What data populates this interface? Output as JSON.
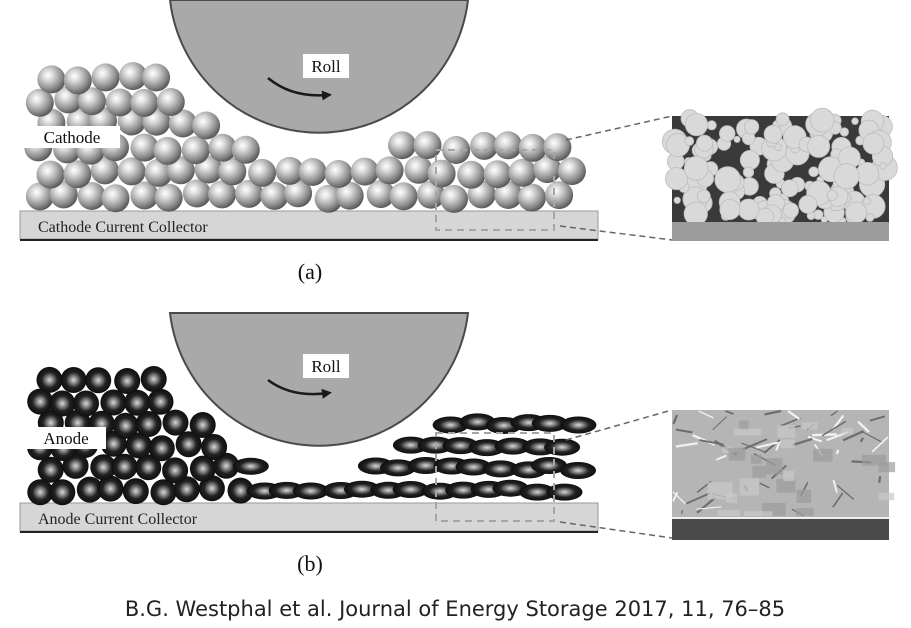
{
  "panel_a": {
    "roll_label": "Roll",
    "electrode_label": "Cathode",
    "collector_label": "Cathode Current Collector",
    "caption": "(a)"
  },
  "panel_b": {
    "roll_label": "Roll",
    "electrode_label": "Anode",
    "collector_label": "Anode Current Collector",
    "caption": "(b)"
  },
  "citation": "B.G. Westphal et al. Journal of Energy Storage 2017, 11, 76–85",
  "colors": {
    "roll_fill": "#a9a9a9",
    "roll_stroke": "#4a4a4a",
    "cathode_particle": "#8c8c8c",
    "anode_particle": "#151515",
    "collector_fill": "#d6d6d6",
    "sem_a_background": "#3a3a3a",
    "sem_a_particles": "#d9d9d9",
    "sem_b_background": "#b5b5b5",
    "sem_b_substrate": "#4a4a4a"
  }
}
